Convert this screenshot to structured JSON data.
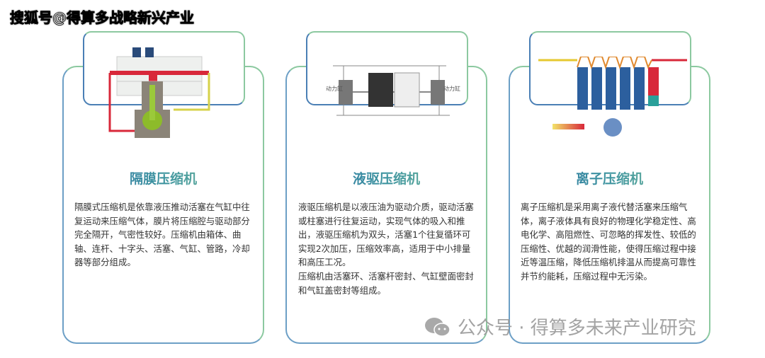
{
  "watermark_top": "搜狐号@得算多战略新兴产业",
  "watermark_bottom": "公众号 · 得算多未来产业研究",
  "cards": [
    {
      "title": "隔膜压缩机",
      "paragraphs": [
        "隔膜式压缩机是依靠液压推动活塞在气缸中往复运动来压缩气体，膜片将压缩腔与驱动部分完全隔开，气密性较好。压缩机由箱体、曲轴、连杆、十字头、活塞、气缸、管路，冷却器等部分组成。"
      ]
    },
    {
      "title": "液驱压缩机",
      "paragraphs": [
        "液驱压缩机是以液压油为驱动介质，驱动活塞或柱塞进行往复运动，实现气体的吸入和推出，液驱压缩机为双头，活塞1个往复循环可实现2次加压，压缩效率高，适用于中小排量和高压工况。",
        "压缩机由活塞环、活塞杆密封、气缸壁面密封和气缸盖密封等组成。"
      ],
      "diagram_labels": {
        "left": "动力缸",
        "right": "动力缸"
      }
    },
    {
      "title": "离子压缩机",
      "paragraphs": [
        "离子压缩机是采用离子液代替活塞来压缩气体，离子液体具有良好的物理化学稳定性、高电化学、高阻燃性、可忽略的挥发性、较低的压缩性、优越的润滑性能，使得压缩过程中接近等温压缩，降低压缩机排温从而提高可靠性并节约能耗，压缩过程中无污染。"
      ]
    }
  ],
  "colors": {
    "green_border": "#8cc9a0",
    "blue_border": "#4a7fb5",
    "title_blue": "#2a6ea8"
  }
}
